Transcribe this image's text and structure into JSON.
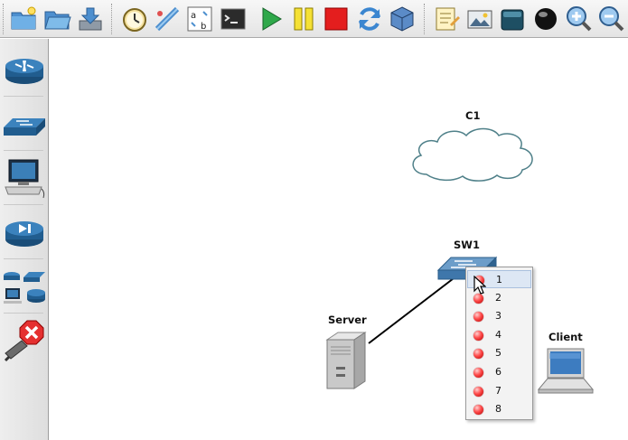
{
  "toolbar": {
    "buttons": [
      {
        "icon": "new-project-icon"
      },
      {
        "icon": "open-project-icon"
      },
      {
        "icon": "save-project-icon"
      },
      {
        "icon": "snapshot-icon"
      },
      {
        "icon": "add-link-icon"
      },
      {
        "icon": "show-interface-labels-icon"
      },
      {
        "icon": "console-icon"
      },
      {
        "icon": "start-icon"
      },
      {
        "icon": "suspend-icon"
      },
      {
        "icon": "stop-icon"
      },
      {
        "icon": "reload-icon"
      },
      {
        "icon": "virtualbox-icon"
      },
      {
        "icon": "add-note-icon"
      },
      {
        "icon": "insert-picture-icon"
      },
      {
        "icon": "draw-rectangle-icon"
      },
      {
        "icon": "draw-ellipse-icon"
      },
      {
        "icon": "zoom-in-icon"
      },
      {
        "icon": "zoom-out-icon"
      }
    ]
  },
  "dock": {
    "items": [
      {
        "icon": "router-icon"
      },
      {
        "icon": "switch-icon"
      },
      {
        "icon": "end-device-icon"
      },
      {
        "icon": "security-device-icon"
      },
      {
        "icon": "all-devices-icon"
      },
      {
        "icon": "add-link-cancel-icon"
      }
    ]
  },
  "topology": {
    "nodes": {
      "cloud": {
        "label": "C1"
      },
      "switch": {
        "label": "SW1"
      },
      "server": {
        "label": "Server"
      },
      "client": {
        "label": "Client"
      }
    }
  },
  "port_menu": {
    "ports": [
      "1",
      "2",
      "3",
      "4",
      "5",
      "6",
      "7",
      "8"
    ],
    "highlighted": "1",
    "status_color": "#ff3333"
  }
}
